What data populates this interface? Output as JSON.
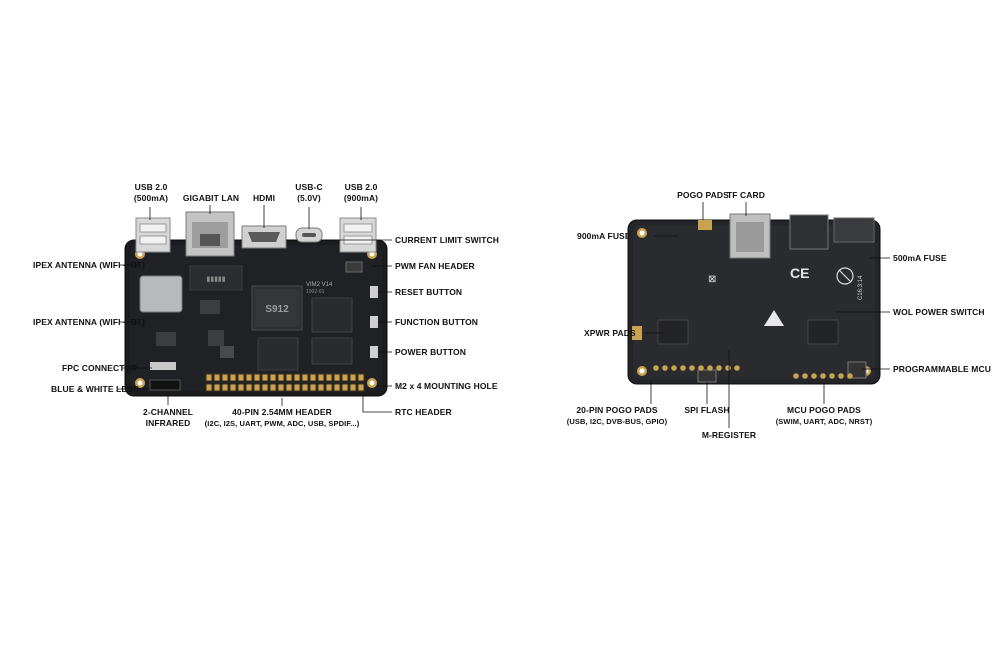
{
  "front": {
    "top": {
      "usb2_left": {
        "line1": "USB 2.0",
        "line2": "(500mA)"
      },
      "gigabit_lan": "GIGABIT LAN",
      "hdmi": "HDMI",
      "usbc": {
        "line1": "USB-C",
        "line2": "(5.0V)"
      },
      "usb2_right": {
        "line1": "USB 2.0",
        "line2": "(900mA)"
      }
    },
    "left": {
      "ipex1": "IPEX ANTENNA (WIFI + BT)",
      "ipex2": "IPEX ANTENNA (WIFI + BT)",
      "fpc": "FPC CONNECTOR",
      "leds": "BLUE & WHITE LEDS"
    },
    "right": {
      "current_limit": "CURRENT LIMIT SWITCH",
      "pwm_fan": "PWM FAN HEADER",
      "reset": "RESET BUTTON",
      "function": "FUNCTION BUTTON",
      "power": "POWER BUTTON",
      "mount": "M2 x 4 MOUNTING HOLE",
      "rtc": "RTC HEADER"
    },
    "bottom": {
      "infrared": {
        "line1": "2-CHANNEL",
        "line2": "INFRARED"
      },
      "header": {
        "line1": "40-PIN 2.54MM HEADER",
        "line2": "(I2C, I2S, UART, PWM, ADC, USB, SPDIF...)"
      }
    },
    "silk": {
      "soc": "S912",
      "model": "VIM2 V14",
      "date": "1902-01"
    }
  },
  "back": {
    "top": {
      "pogo_pads": "POGO PADS",
      "tf_card": "TF CARD"
    },
    "left": {
      "fuse_900": "900mA FUSE",
      "xpwr": "XPWR PADS"
    },
    "right": {
      "fuse_500": "500mA FUSE",
      "wol": "WOL POWER SWITCH",
      "mcu": "PROGRAMMABLE MCU"
    },
    "bottom": {
      "pogo20": {
        "line1": "20-PIN POGO PADS",
        "line2": "(USB, I2C, DVB-BUS, GPIO)"
      },
      "spi_flash": "SPI FLASH",
      "m_register": "M-REGISTER",
      "mcu_pogo": {
        "line1": "MCU POGO PADS",
        "line2": "(SWIM, UART, ADC, NRST)"
      }
    },
    "silk": {
      "serial": "C16:3:14"
    }
  }
}
